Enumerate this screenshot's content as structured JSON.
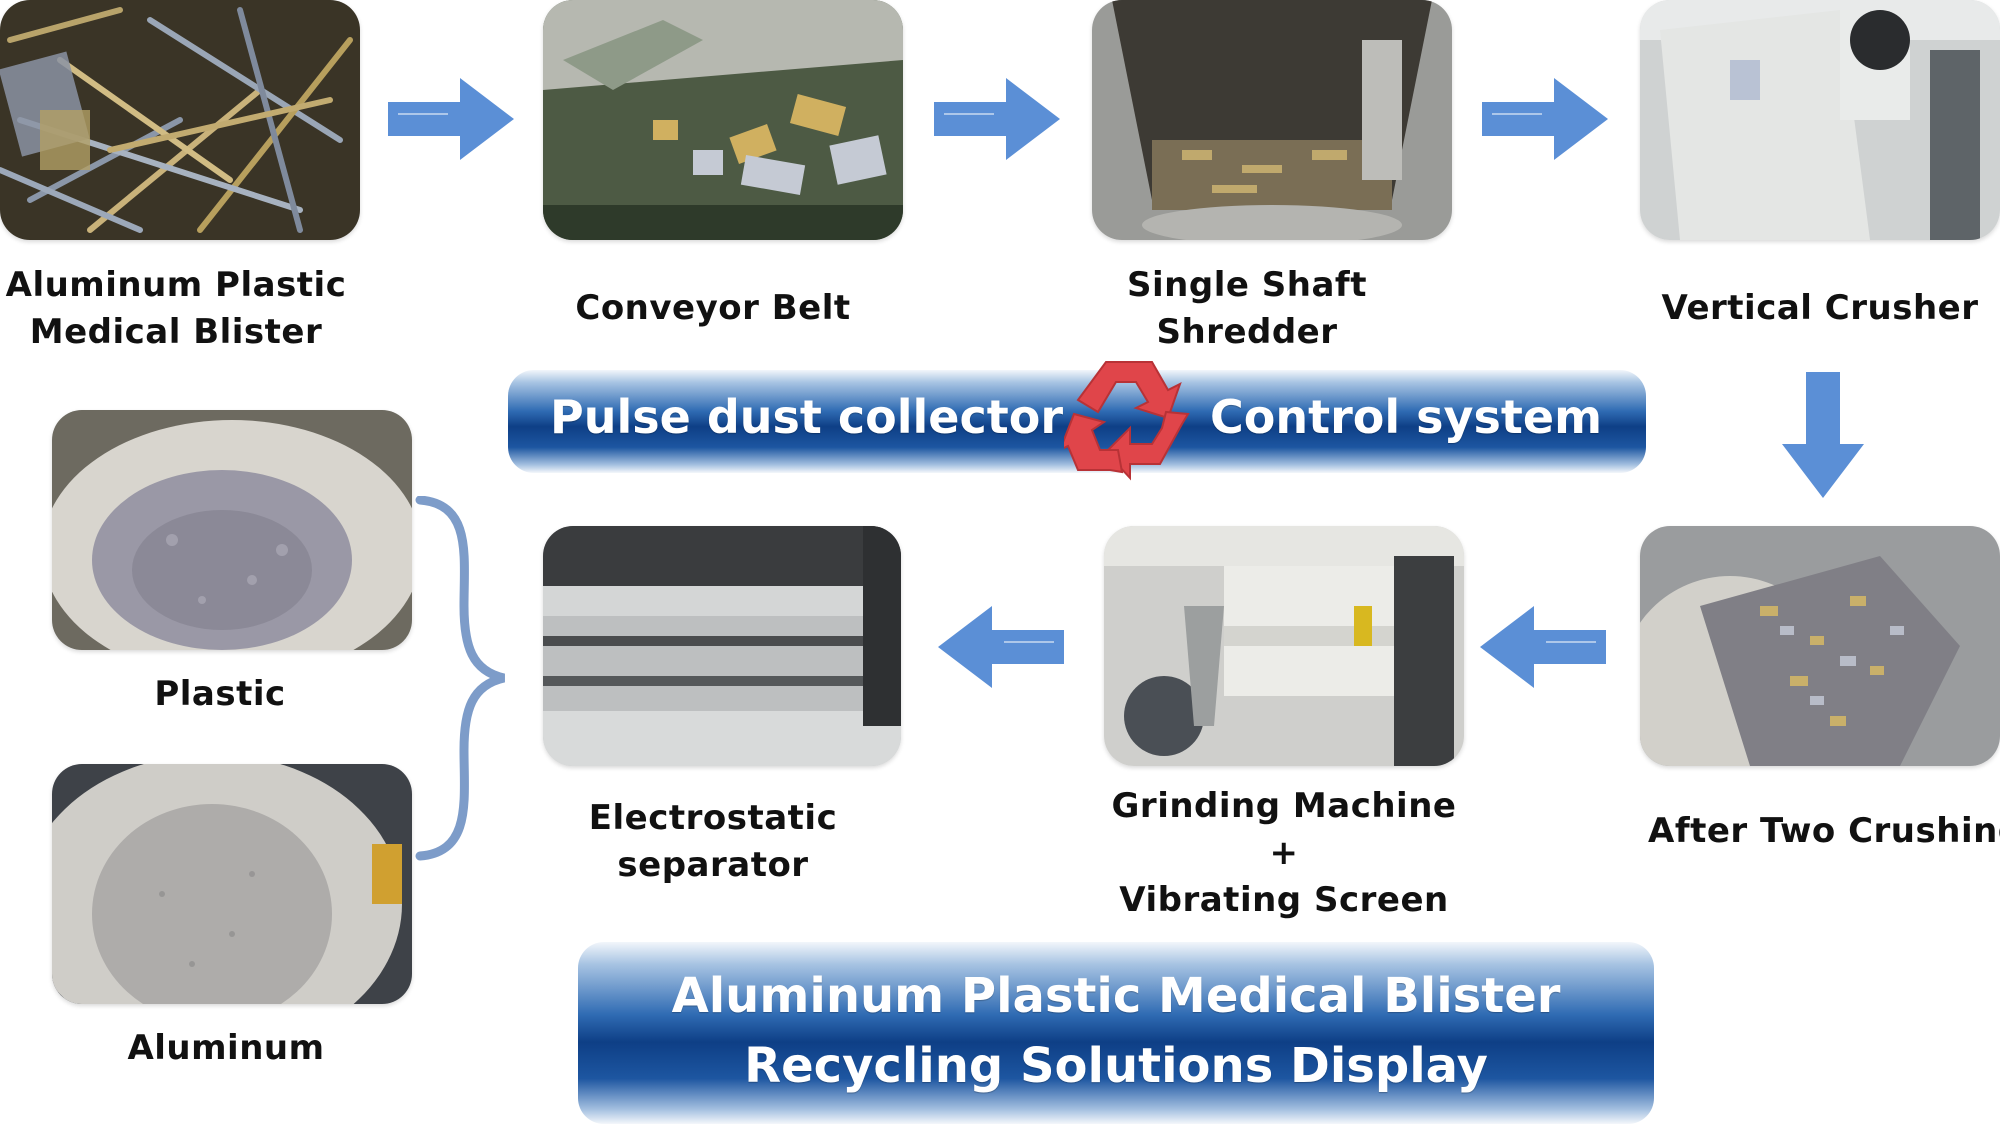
{
  "steps": {
    "blister": {
      "line1": "Aluminum Plastic",
      "line2": "Medical Blister"
    },
    "conveyor": {
      "label": "Conveyor Belt"
    },
    "shredder": {
      "line1": "Single Shaft",
      "line2": "Shredder"
    },
    "crusher": {
      "label": "Vertical Crusher"
    },
    "after_crushing": {
      "label": "After Two Crushing"
    },
    "grinding": {
      "line1": "Grinding Machine",
      "line2": "+",
      "line3": "Vibrating Screen"
    },
    "separator": {
      "line1": "Electrostatic",
      "line2": "separator"
    },
    "plastic": {
      "label": "Plastic"
    },
    "aluminum": {
      "label": "Aluminum"
    }
  },
  "center_banner": {
    "left": "Pulse dust collector",
    "right": "Control system",
    "icon": "recycle-icon"
  },
  "title_banner": {
    "line1": "Aluminum Plastic Medical Blister",
    "line2": "Recycling Solutions Display"
  },
  "colors": {
    "arrow": "#5b8fd6",
    "brace": "#7d9cc9",
    "recycle": "#e0454a",
    "banner_dark": "#0e3f86"
  }
}
